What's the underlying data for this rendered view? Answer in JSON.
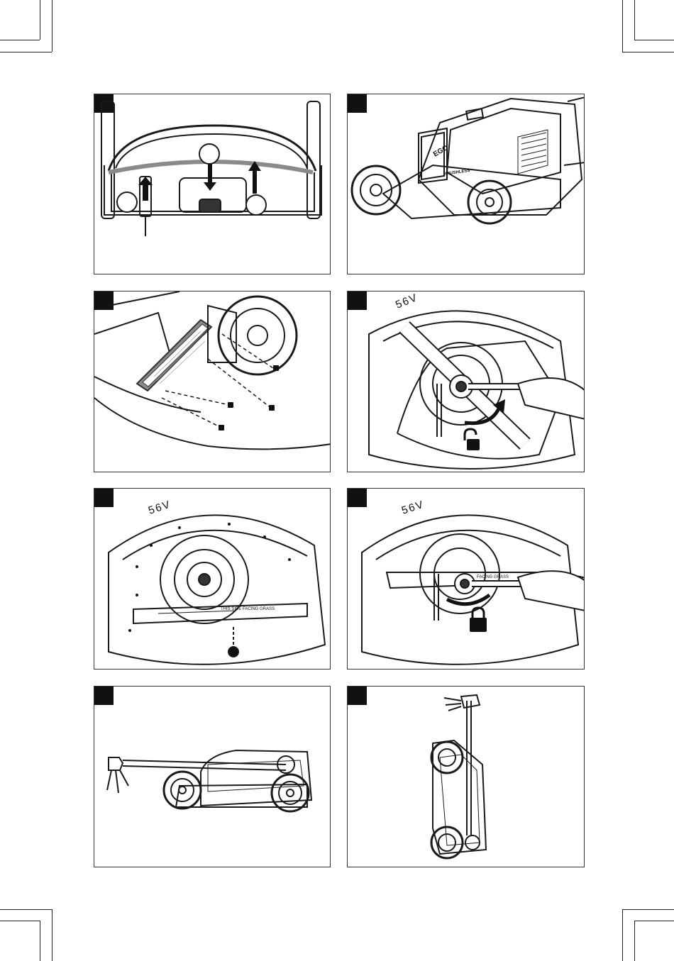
{
  "panels": [
    {
      "id": "p1",
      "labels": []
    },
    {
      "id": "p2",
      "labels": [
        {
          "key": "ego",
          "text": "EGO"
        },
        {
          "key": "brushless",
          "text": "BRUSHLESS"
        }
      ]
    },
    {
      "id": "p3",
      "labels": []
    },
    {
      "id": "p4",
      "labels": [
        {
          "key": "voltage",
          "text": "56V"
        }
      ]
    },
    {
      "id": "p5",
      "labels": [
        {
          "key": "voltage",
          "text": "56V"
        },
        {
          "key": "blade",
          "text": "THIS SIDE FACING GRASS"
        }
      ]
    },
    {
      "id": "p6",
      "labels": [
        {
          "key": "voltage",
          "text": "56V"
        },
        {
          "key": "blade",
          "text": "FACING GRASS"
        }
      ]
    },
    {
      "id": "p7",
      "labels": []
    },
    {
      "id": "p8",
      "labels": []
    }
  ],
  "text": {
    "p2_ego": "EGO",
    "p2_brushless": "BRUSHLESS",
    "p4_voltage": "56V",
    "p5_voltage": "56V",
    "p5_blade": "THIS SIDE FACING GRASS",
    "p6_voltage": "56V",
    "p6_blade": "FACING GRASS"
  },
  "colors": {
    "line": "#1a1a1a",
    "tag": "#111111",
    "gray": "#8a8a8a"
  },
  "icons": {
    "p4": "unlock-icon",
    "p6": "lock-icon"
  }
}
